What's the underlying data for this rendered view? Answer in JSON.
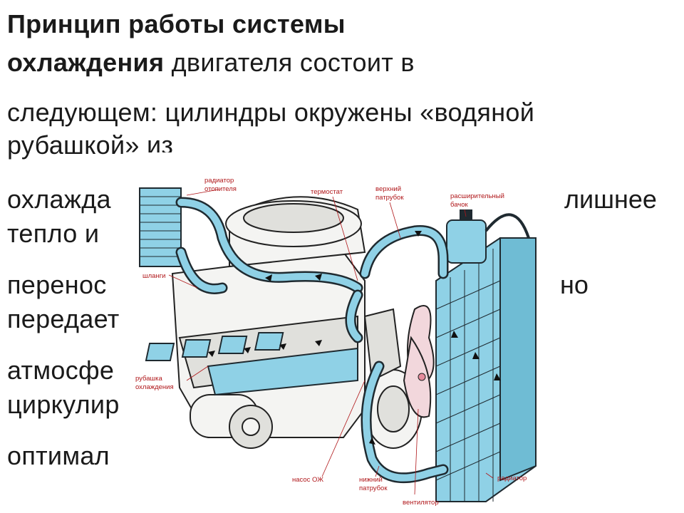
{
  "text": {
    "line1": "Принцип работы системы",
    "line2_bold": "охлаждения",
    "line2_rest": " двигателя состоит в",
    "line3": "следующем: цилиндры окружены «водяной",
    "line4": "рубашкой» из",
    "line5_left": "охлажда",
    "line5_right": "лишнее",
    "line6": "тепло и",
    "line7_left": "перенос",
    "line7_right": "но",
    "line8": "передает",
    "line9": "атмосфе",
    "line10": "циркулир",
    "line11": "оптимал"
  },
  "diagram": {
    "labels": {
      "heater_radiator_1": "радиатор",
      "heater_radiator_2": "отопителя",
      "thermostat": "термостат",
      "upper_hose_1": "верхний",
      "upper_hose_2": "патрубок",
      "expansion_tank_1": "расширительный",
      "expansion_tank_2": "бачок",
      "hoses": "шланги",
      "jacket_1": "рубашка",
      "jacket_2": "охлаждения",
      "pump": "насос ОЖ",
      "lower_hose_1": "нижний",
      "lower_hose_2": "патрубок",
      "fan": "вентилятор",
      "radiator": "радиатор"
    },
    "icons": [
      "engine-illustration",
      "radiator-icon",
      "heater-radiator-icon",
      "expansion-tank-icon",
      "fan-icon"
    ],
    "colors": {
      "coolant": "#8fd1e6",
      "label": "#b0171a",
      "outline": "#1f2a30"
    }
  }
}
